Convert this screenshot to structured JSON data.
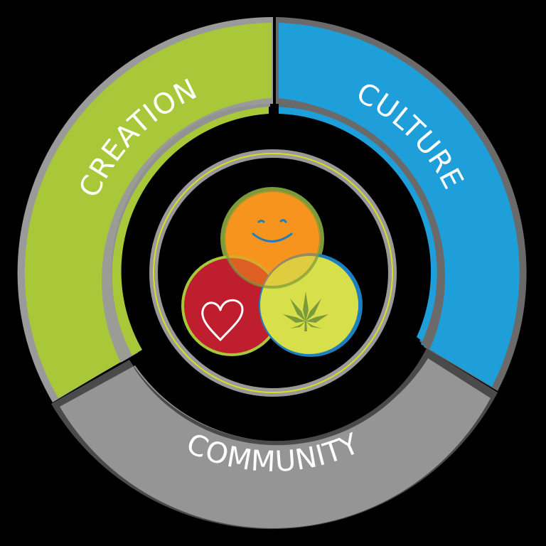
{
  "diagram": {
    "type": "concentric-ring-diagram",
    "segments": [
      {
        "label": "CREATION",
        "color": "#a8c83a",
        "position": "upper-left"
      },
      {
        "label": "CULTURE",
        "color": "#1e9fda",
        "position": "upper-right"
      },
      {
        "label": "COMMUNITY",
        "color": "#959595",
        "position": "bottom"
      }
    ],
    "center": {
      "circles": [
        {
          "name": "smiley",
          "color": "#f7941e",
          "border": "#7b9a3a",
          "icon": "smiley-face"
        },
        {
          "name": "heart",
          "color": "#be1e2d",
          "border": "#a8c83a",
          "icon": "heart"
        },
        {
          "name": "leaf",
          "color": "#d7df4a",
          "border": "#1e7fbf",
          "icon": "cannabis-leaf"
        }
      ],
      "ring_color": "#9a9a9a",
      "ring_accent": "#d7df23"
    },
    "colors": {
      "background": "#000000",
      "border_gray": "#9a9a9a",
      "border_dark": "#6a6a6a",
      "community_border": "#4a4a4a"
    }
  }
}
